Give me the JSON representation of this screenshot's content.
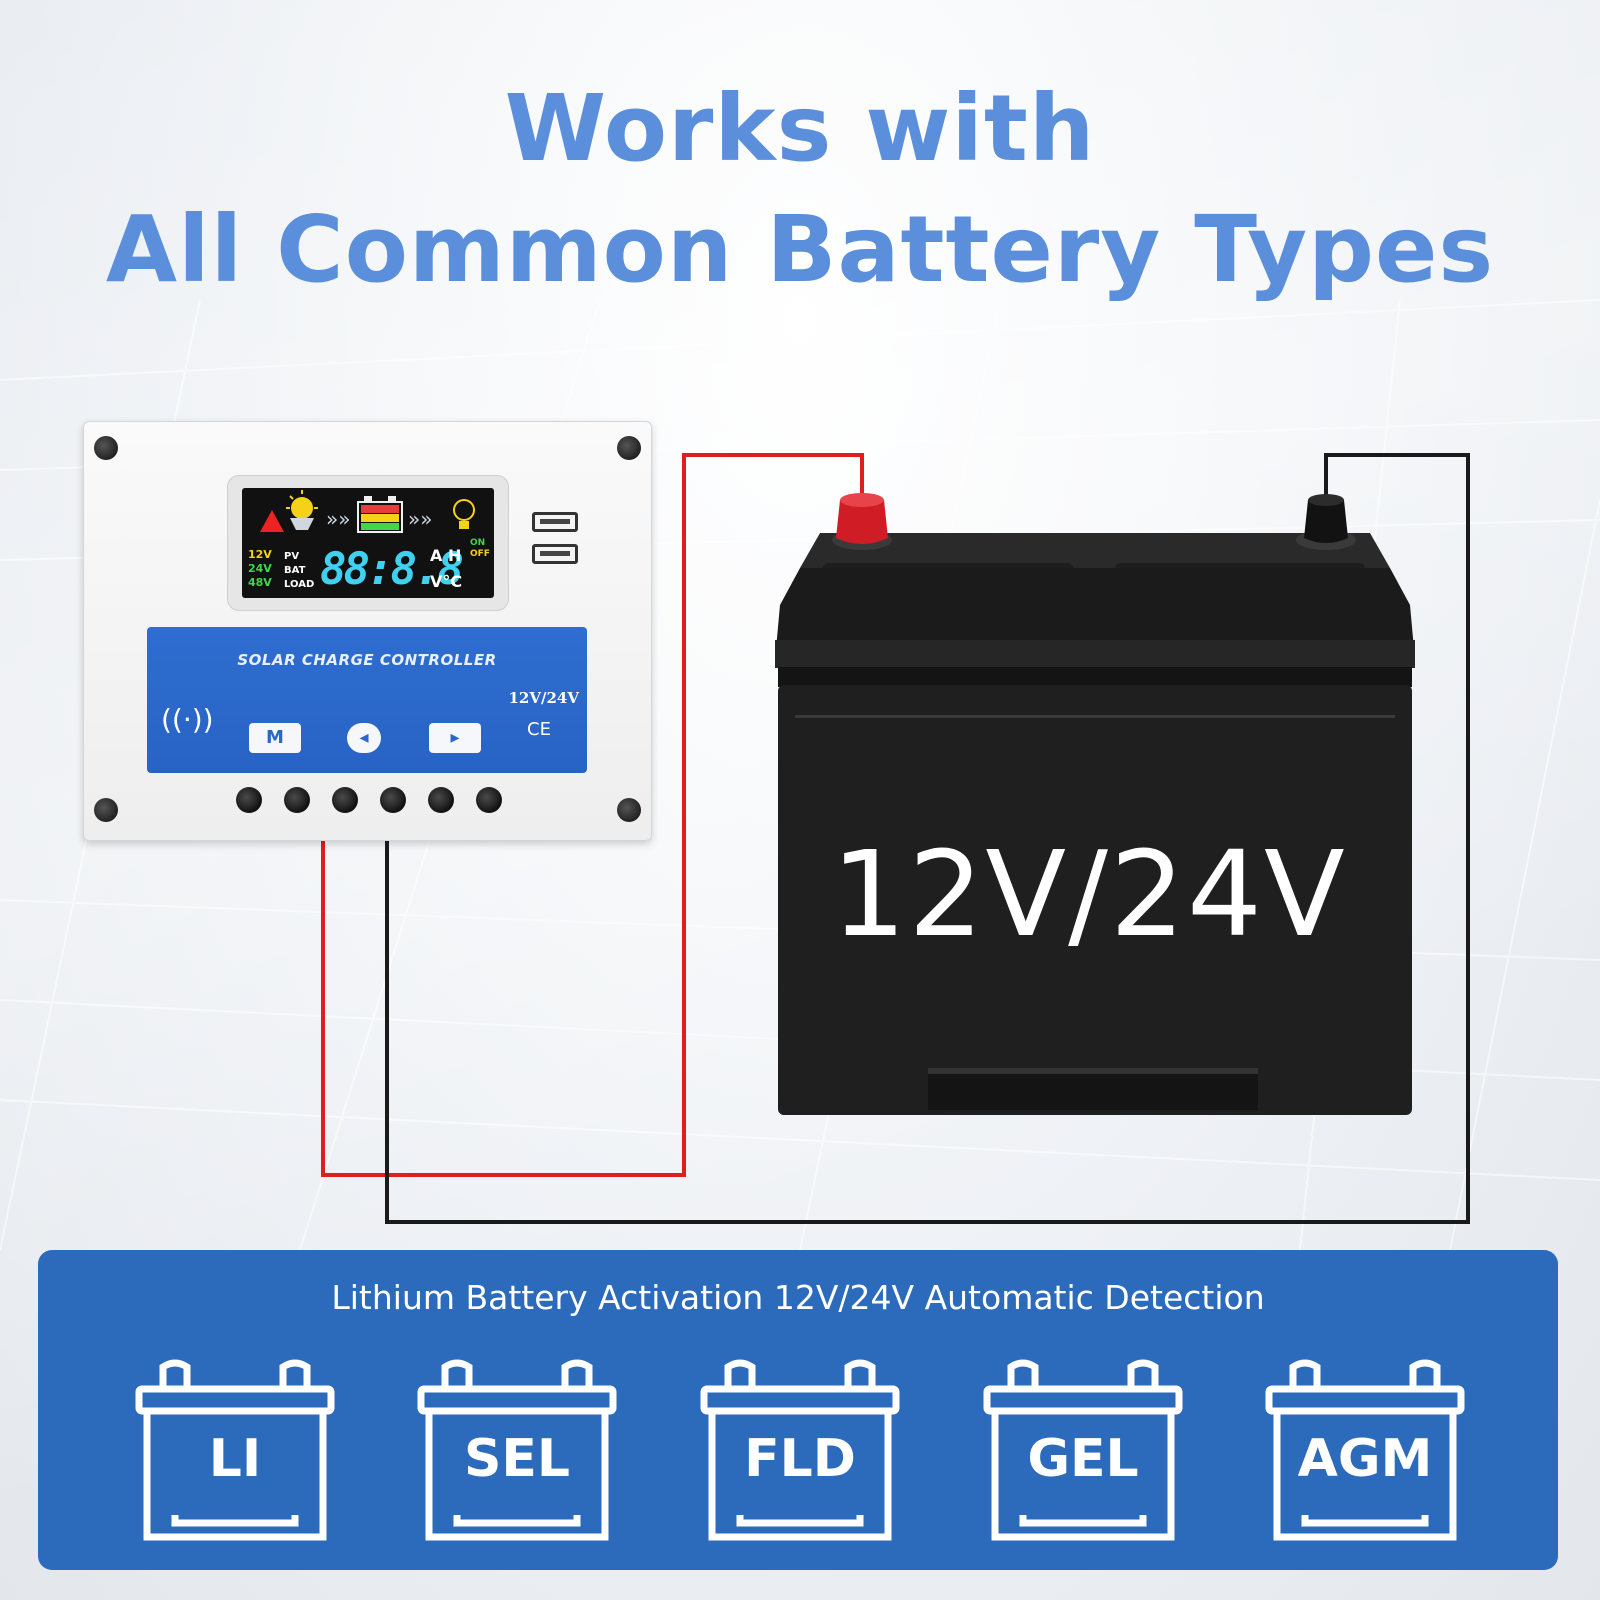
{
  "headline": {
    "line1": "Works with",
    "line2": "All Common Battery Types"
  },
  "controller": {
    "lcd": {
      "v12": "12V",
      "v24": "24V",
      "v48": "48V",
      "pv": "PV",
      "bat": "BAT",
      "load": "LOAD",
      "digits": "88:8.8",
      "unit_a": "A",
      "unit_h": "H",
      "unit_v": "V",
      "unit_c": "°C",
      "on": "ON",
      "off": "OFF"
    },
    "panel_title": "SOLAR CHARGE CONTROLLER",
    "voltage": "12V/24V",
    "ce_mark": "CE",
    "buttons": {
      "mode": "M"
    },
    "colors": {
      "panel": "#2c6bbb",
      "lcd_digits": "#3fd2f0"
    }
  },
  "battery": {
    "label": "12V/24V",
    "wire_colors": {
      "positive": "#e11d1d",
      "negative": "#1a1a1a"
    }
  },
  "band": {
    "title": "Lithium Battery Activation 12V/24V Automatic Detection",
    "types": [
      "LI",
      "SEL",
      "FLD",
      "GEL",
      "AGM"
    ],
    "color": "#2c6bbb"
  }
}
